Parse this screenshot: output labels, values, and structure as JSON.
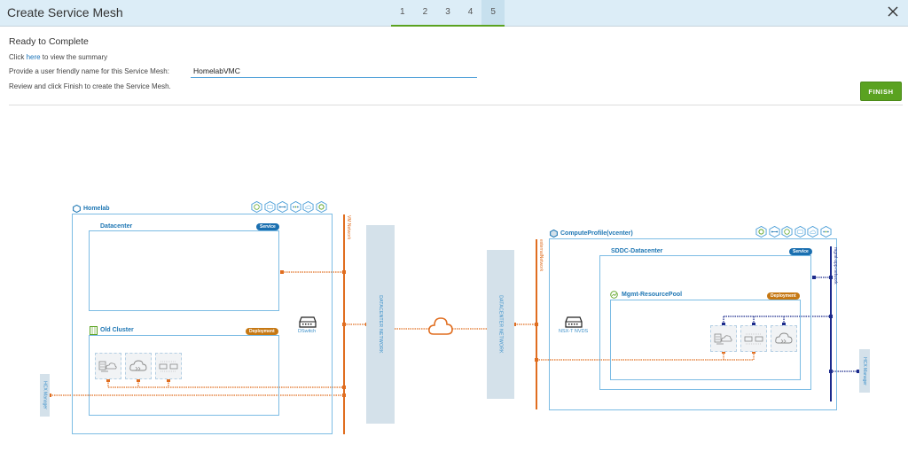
{
  "window": {
    "title": "Create Service Mesh",
    "steps": [
      "1",
      "2",
      "3",
      "4",
      "5"
    ],
    "active_step": "5",
    "close_icon": "close-icon"
  },
  "content": {
    "section_title": "Ready to Complete",
    "summary_prefix": "Click ",
    "summary_link": "here",
    "summary_suffix": " to view the summary",
    "name_prompt": "Provide a user friendly name for this Service Mesh:",
    "name_value": "HomelabVMC",
    "review_text": "Review and click Finish to create the Service Mesh.",
    "finish_label": "FINISH"
  },
  "diagram": {
    "colors": {
      "network_orange": "#e06d1f",
      "network_navy": "#1b2a8c",
      "box_blue": "#7cbce4",
      "label_blue": "#1f77b4",
      "badge_service": "#1a6fb0",
      "badge_deployment": "#c67813",
      "net_bar": "#d4e1ea"
    },
    "source": {
      "site_label": "Homelab",
      "site_icon": "hexagon-icon",
      "service_icons": [
        "interconnect-icon",
        "wan-opt-icon",
        "network-extension-icon",
        "network-extension-dots-icon",
        "cloud-icon",
        "mobility-icon"
      ],
      "datacenter_label": "Datacenter",
      "datacenter_badge": "Service",
      "cluster_label": "Old Cluster",
      "cluster_badge": "Deployment",
      "switch_label": "DSwitch",
      "network_label": "VM Network",
      "hcx_manager_label": "HCX Manager",
      "appliances": [
        "interconnect-appliance",
        "wan-optimization-appliance",
        "network-extension-appliance"
      ]
    },
    "middle": {
      "left_net_label": "DATACENTER NETWORK",
      "right_net_label": "DATACENTER NETWORK",
      "cloud_icon": "cloud-icon"
    },
    "destination": {
      "profile_label": "ComputeProfile(vcenter)",
      "profile_icon": "hexagon-icon",
      "service_icons": [
        "mobility-icon",
        "network-extension-icon",
        "interconnect-icon",
        "wan-opt-icon",
        "cloud-icon",
        "network-extension-dots-icon"
      ],
      "datacenter_label": "SDDC-Datacenter",
      "datacenter_badge": "Service",
      "pool_label": "Mgmt-ResourcePool",
      "pool_badge": "Deployment",
      "switch_label": "NSX-T NVDS",
      "external_network_label": "externalNetwork",
      "mgmt_network_label": "mgmt-app-network",
      "hcx_manager_label": "HCX Manager",
      "appliances": [
        "interconnect-appliance",
        "network-extension-appliance",
        "wan-optimization-appliance"
      ]
    }
  }
}
